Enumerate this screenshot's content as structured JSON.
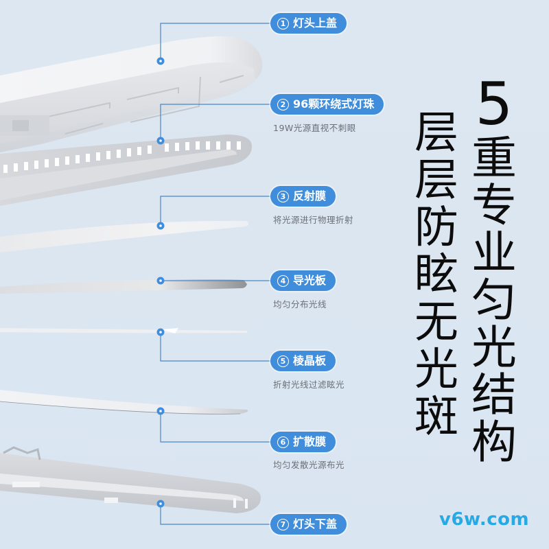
{
  "headline": {
    "right_column": [
      "5",
      "重",
      "专",
      "业",
      "匀",
      "光",
      "结",
      "构"
    ],
    "left_column": [
      "层",
      "层",
      "防",
      "眩",
      "无",
      "光",
      "斑"
    ],
    "right_text": "5重专业匀光结构",
    "left_text": "层层防眩无光斑"
  },
  "callouts": [
    {
      "number": "1",
      "title": "灯头上盖",
      "subtitle": ""
    },
    {
      "number": "2",
      "title": "96颗环绕式灯珠",
      "subtitle": "19W光源直视不刺眼"
    },
    {
      "number": "3",
      "title": "反射膜",
      "subtitle": "将光源进行物理折射"
    },
    {
      "number": "4",
      "title": "导光板",
      "subtitle": "均匀分布光线"
    },
    {
      "number": "5",
      "title": "棱晶板",
      "subtitle": "折射光线过滤眩光"
    },
    {
      "number": "6",
      "title": "扩散膜",
      "subtitle": "均匀发散光源布光"
    },
    {
      "number": "7",
      "title": "灯头下盖",
      "subtitle": ""
    }
  ],
  "watermark": "v6w.com",
  "colors": {
    "background": "#dce6f0",
    "pill": "#3f8ddb",
    "connector": "#4a86c5",
    "subtitle_text": "#6b6f76",
    "headline_text": "#0c0c0c",
    "watermark": "#27a9e6"
  }
}
